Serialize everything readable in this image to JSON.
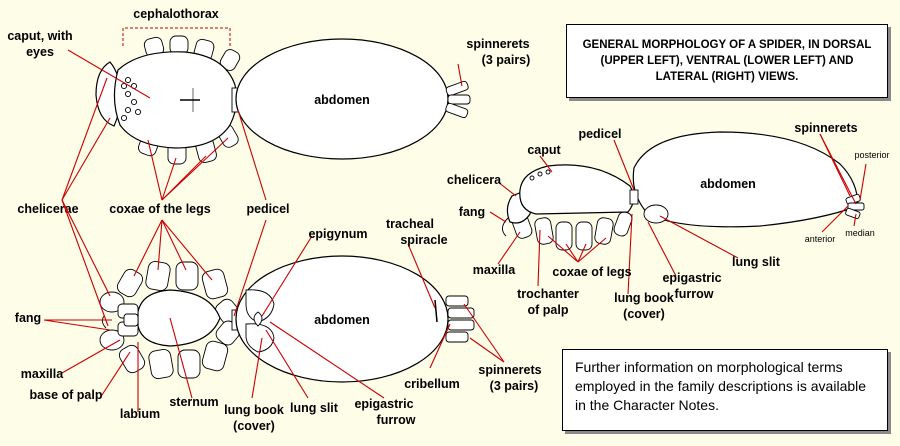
{
  "title_text": "GENERAL MORPHOLOGY OF A SPIDER, IN DORSAL (UPPER LEFT), VENTRAL (LOWER LEFT) AND LATERAL (RIGHT) VIEWS.",
  "info_text": "Further information on morphological terms employed in the family descriptions is available in the Character Notes.",
  "dorsal": {
    "cephalothorax": "cephalothorax",
    "caput_line1": "caput, with",
    "caput_line2": "eyes",
    "abdomen": "abdomen",
    "spinnerets_line1": "spinnerets",
    "spinnerets_line2": "(3 pairs)",
    "chelicerae": "chelicerae",
    "coxae": "coxae of the legs",
    "pedicel": "pedicel"
  },
  "ventral": {
    "epigynum": "epigynum",
    "tracheal_line1": "tracheal",
    "tracheal_line2": "spiracle",
    "abdomen": "abdomen",
    "fang": "fang",
    "maxilla": "maxilla",
    "base_of_palp": "base of palp",
    "labium": "labium",
    "sternum": "sternum",
    "lung_book_line1": "lung book",
    "lung_book_line2": "(cover)",
    "lung_slit": "lung slit",
    "epigastric_line1": "epigastric",
    "epigastric_line2": "furrow",
    "cribellum": "cribellum",
    "spinnerets_line1": "spinnerets",
    "spinnerets_line2": "(3 pairs)"
  },
  "lateral": {
    "caput": "caput",
    "pedicel": "pedicel",
    "spinnerets": "spinnerets",
    "posterior": "posterior",
    "chelicera": "chelicera",
    "abdomen": "abdomen",
    "fang": "fang",
    "anterior": "anterior",
    "median": "median",
    "maxilla": "maxilla",
    "coxae": "coxae of legs",
    "lung_slit": "lung slit",
    "epigastric_line1": "epigastric",
    "epigastric_line2": "furrow",
    "trochanter_line1": "trochanter",
    "trochanter_line2": "of palp",
    "lung_book_line1": "lung book",
    "lung_book_line2": "(cover)"
  }
}
